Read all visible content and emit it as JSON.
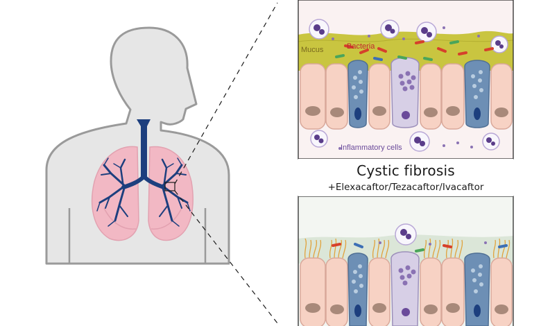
{
  "labels": {
    "mucus": "Mucus",
    "bacteria": "Bacteria",
    "inflammatory": "Inflammatory cells"
  },
  "title": {
    "main": "Cystic fibrosis",
    "sub": "+Elexacaftor/Tezacaftor/Ivacaftor"
  },
  "colors": {
    "silhouette_fill": "#e6e6e6",
    "silhouette_stroke": "#9a9a9a",
    "airway": "#1d3f7e",
    "lung": "#f2b8c4",
    "mucus": "#c9c540",
    "cell_pink": "#f7d2c4",
    "goblet": "#d7cfe6",
    "ciliated_blue": "#6d8fb5",
    "bacteria_label": "#c0282b",
    "mucus_label": "#7a6a1e",
    "inflammatory_label": "#6a4a9a"
  }
}
